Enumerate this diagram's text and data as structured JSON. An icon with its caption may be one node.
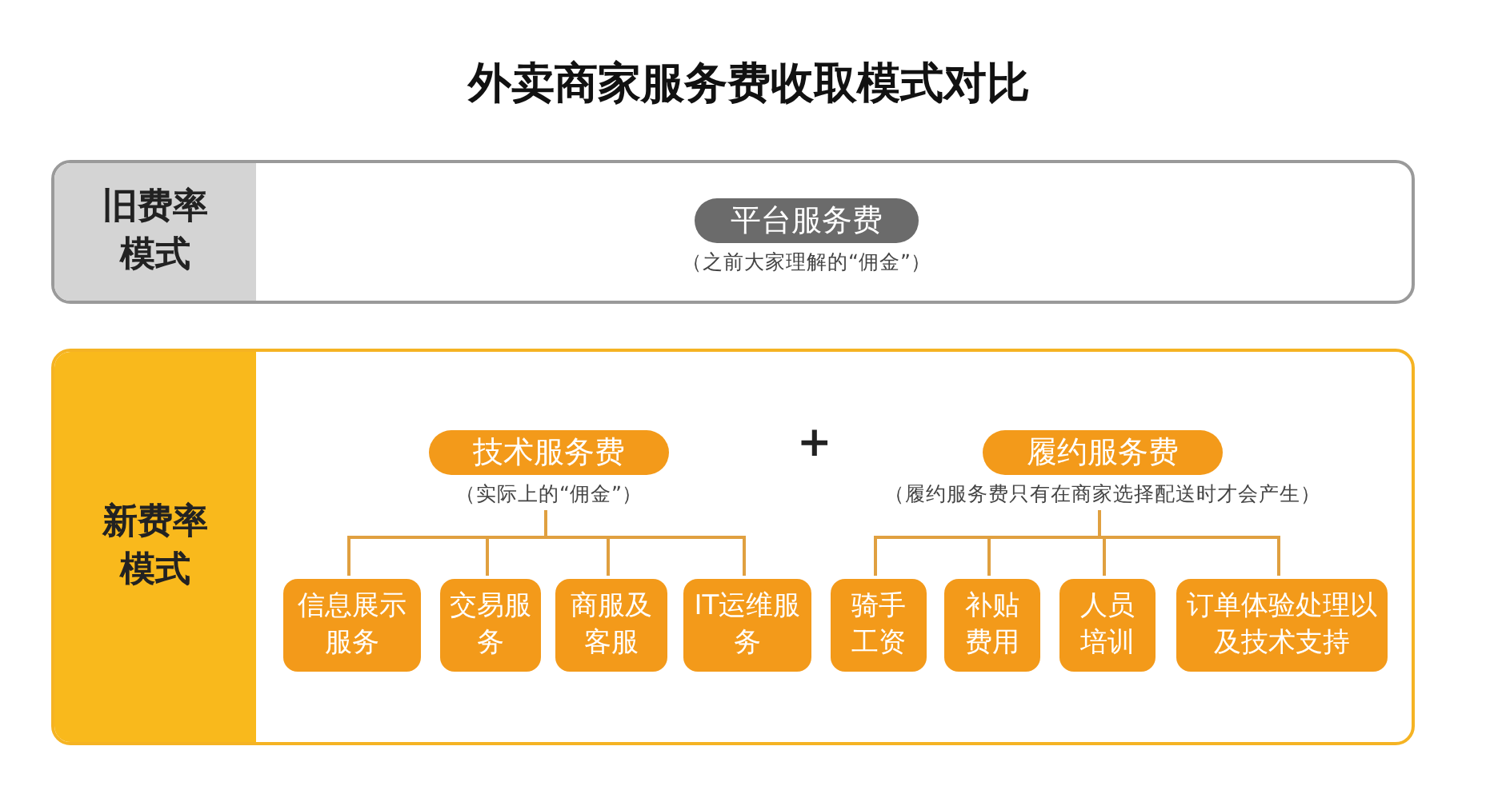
{
  "diagram": {
    "title": "外卖商家服务费收取模式对比",
    "nodes": [
      {
        "text": [
          "旧费率模式"
        ]
      },
      {
        "text": [
          "平台服务费"
        ],
        "beside": [
          "（之前大家理解的“佣金”）"
        ],
        "in": 0
      },
      {
        "text": [
          "新费率模式"
        ]
      },
      {
        "text": [
          "技术服务费"
        ],
        "beside": [
          "（实际上的“佣金”）"
        ],
        "in": 2
      },
      {
        "text": [
          "履约服务费"
        ],
        "beside": [
          "（履约服务费只有在商家选择配送时才会产生）"
        ],
        "in": 2
      },
      {
        "text": [
          "信息展示服务"
        ],
        "in": 2
      },
      {
        "text": [
          "交易服务"
        ],
        "in": 2
      },
      {
        "text": [
          "商服及客服"
        ],
        "in": 2
      },
      {
        "text": [
          "IT运维服务"
        ],
        "in": 2
      },
      {
        "text": [
          "骑手工资"
        ],
        "in": 2
      },
      {
        "text": [
          "补贴费用"
        ],
        "in": 2
      },
      {
        "text": [
          "人员培训"
        ],
        "in": 2
      },
      {
        "text": [
          "订单体验处理以及技术支持"
        ],
        "in": 2
      }
    ],
    "edges": [
      {
        "from": 3,
        "to": 5,
        "arrow": "none"
      },
      {
        "from": 3,
        "to": 6,
        "arrow": "none"
      },
      {
        "from": 3,
        "to": 7,
        "arrow": "none"
      },
      {
        "from": 3,
        "to": 8,
        "arrow": "none"
      },
      {
        "from": 4,
        "to": 9,
        "arrow": "none"
      },
      {
        "from": 4,
        "to": 10,
        "arrow": "none"
      },
      {
        "from": 4,
        "to": 11,
        "arrow": "none"
      },
      {
        "from": 4,
        "to": 12,
        "arrow": "none"
      }
    ],
    "labels": [
      "+"
    ]
  }
}
